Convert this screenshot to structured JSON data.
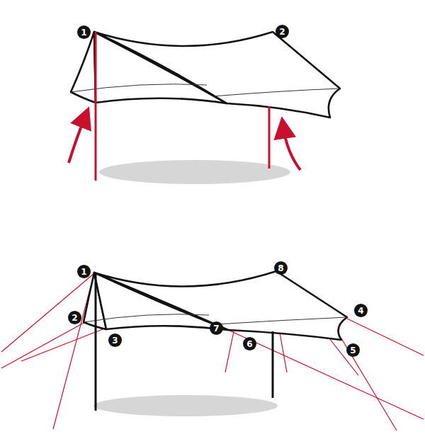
{
  "diagram": {
    "labels": [
      "1",
      "2",
      "1",
      "8",
      "2",
      "4",
      "7",
      "3",
      "6",
      "5"
    ]
  }
}
